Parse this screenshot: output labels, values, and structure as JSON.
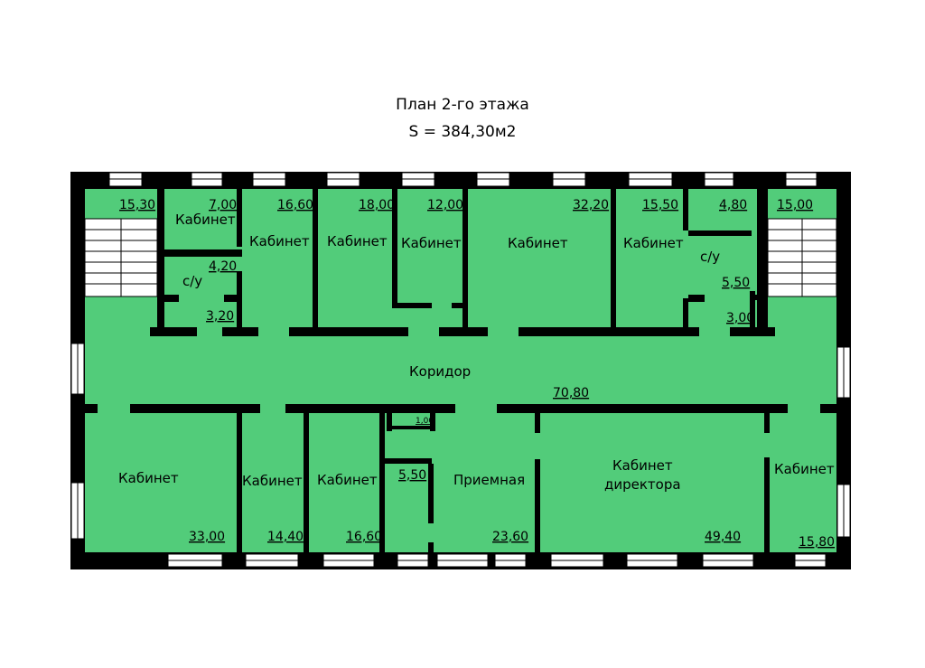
{
  "plan": {
    "title": "План 2-го этажа",
    "total_area": "S = 384,30м2"
  },
  "colors": {
    "room_fill": "#52cc7a",
    "wall": "#000000",
    "window": "#ffffff"
  },
  "rooms": {
    "stair_left": {
      "area": "15,30"
    },
    "office_top_small": {
      "name": "Кабинет",
      "area": "7,00"
    },
    "wc_top_left": {
      "name": "с/у",
      "area": "4,20"
    },
    "wc_top_left_lower": {
      "area": "3,20"
    },
    "office_top_2": {
      "name": "Кабинет",
      "area": "16,60"
    },
    "office_top_3": {
      "name": "Кабинет",
      "area": "18,00"
    },
    "office_top_4": {
      "name": "Кабинет",
      "area": "12,00"
    },
    "office_top_5": {
      "name": "Кабинет",
      "area": "32,20"
    },
    "office_top_6": {
      "name": "Кабинет",
      "area": "15,50"
    },
    "room_top_right_small": {
      "area": "4,80"
    },
    "wc_top_right": {
      "name": "с/у",
      "area": "5,50"
    },
    "wc_top_right_lower": {
      "area": "3,00"
    },
    "stair_right": {
      "area": "15,00"
    },
    "corridor": {
      "name": "Коридор",
      "area": "70,80"
    },
    "niche": {
      "area": "1,00"
    },
    "office_bottom_1": {
      "name": "Кабинет",
      "area": "33,00"
    },
    "office_bottom_2": {
      "name": "Кабинет",
      "area": "14,40"
    },
    "office_bottom_3": {
      "name": "Кабинет",
      "area": "16,60"
    },
    "closet_bottom": {
      "area": "5,50"
    },
    "reception": {
      "name": "Приемная",
      "area": "23,60"
    },
    "director_office": {
      "name_line1": "Кабинет",
      "name_line2": "директора",
      "area": "49,40"
    },
    "office_bottom_right": {
      "name": "Кабинет",
      "area": "15,80"
    }
  }
}
